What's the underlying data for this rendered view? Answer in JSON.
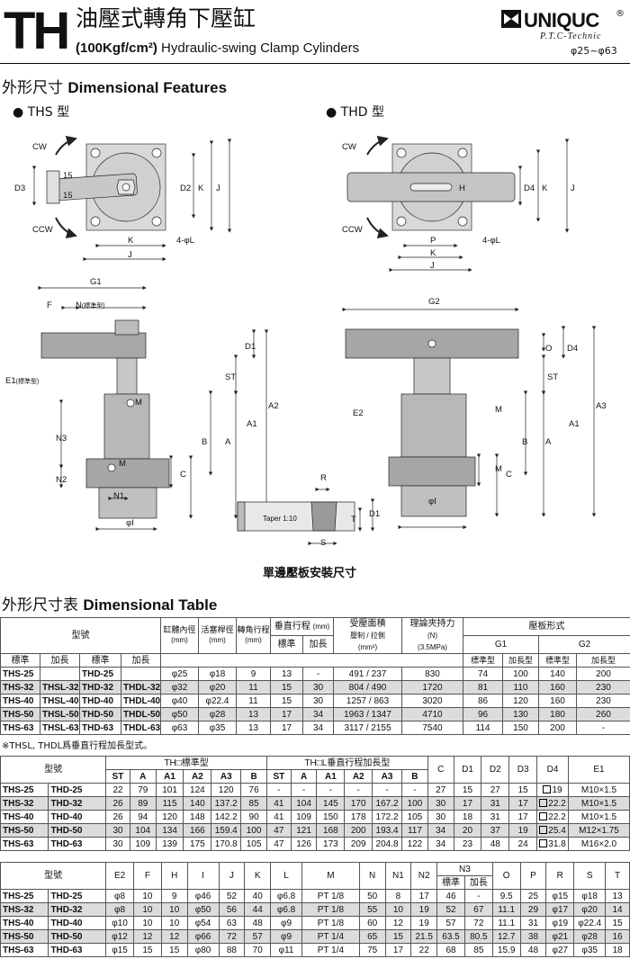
{
  "header": {
    "series_logo": "TH",
    "title_zh": "油壓式轉角下壓缸",
    "title_en_bold": "(100Kgf/cm²)",
    "title_en": "Hydraulic-swing Clamp Cylinders",
    "brand": "UNIQUC",
    "brand_reg": "®",
    "brand_sub": "P.T.C-Technic",
    "range": "φ25~φ63"
  },
  "features": {
    "title_zh": "外形尺寸",
    "title_en": "Dimensional Features",
    "ths_label": "● THS 型",
    "thd_label": "● THD 型",
    "plate_caption": "單邊壓板安裝尺寸",
    "taper_label": "Taper 1:10",
    "labels": {
      "cw": "CW",
      "ccw": "CCW",
      "d3": "D3",
      "d2": "D2",
      "d4": "D4",
      "k": "K",
      "j": "J",
      "fourl": "4-φL",
      "fifteen_a": "15",
      "fifteen_b": "15",
      "h": "H",
      "p": "P",
      "g1": "G1",
      "g2": "G2",
      "f": "F",
      "n": "N",
      "n_std": "(標準型)",
      "e1": "E1",
      "e1_std": "(標準型)",
      "d1": "D1",
      "st": "ST",
      "a": "A",
      "a1": "A1",
      "a2": "A2",
      "a3": "A3",
      "b": "B",
      "c": "C",
      "m": "M",
      "n1": "N1",
      "n2": "N2",
      "n3": "N3",
      "phi_i": "φI",
      "e2": "E2",
      "o": "O",
      "r": "R",
      "s": "S",
      "t": "T"
    }
  },
  "table1": {
    "title_zh": "外形尺寸表",
    "title_en": "Dimensional Table",
    "head": {
      "model": "型號",
      "bore": "缸體內徑",
      "rod": "活塞桿徑",
      "angle": "轉角行程",
      "vstroke": "垂直行程",
      "area": "受壓面積",
      "area_sub": "壓制 / 拉側",
      "force": "理論夾持力",
      "plate": "壓板形式",
      "mm": "(mm)",
      "mm2": "(mm²)",
      "n_unit": "(N)",
      "mpa": "(3.5MPa)",
      "std": "標準",
      "ext": "加長",
      "g1": "G1",
      "g2": "G2",
      "std_type": "標準型",
      "ext_type": "加長型"
    },
    "rows": [
      [
        "THS-25",
        "",
        "THD-25",
        "",
        "φ25",
        "φ18",
        "9",
        "13",
        "-",
        "491 / 237",
        "830",
        "74",
        "100",
        "140",
        "200"
      ],
      [
        "THS-32",
        "THSL-32",
        "THD-32",
        "THDL-32",
        "φ32",
        "φ20",
        "11",
        "15",
        "30",
        "804 / 490",
        "1720",
        "81",
        "110",
        "160",
        "230"
      ],
      [
        "THS-40",
        "THSL-40",
        "THD-40",
        "THDL-40",
        "φ40",
        "φ22.4",
        "11",
        "15",
        "30",
        "1257 / 863",
        "3020",
        "86",
        "120",
        "160",
        "230"
      ],
      [
        "THS-50",
        "THSL-50",
        "THD-50",
        "THDL-50",
        "φ50",
        "φ28",
        "13",
        "17",
        "34",
        "1963 / 1347",
        "4710",
        "96",
        "130",
        "180",
        "260"
      ],
      [
        "THS-63",
        "THSL-63",
        "THD-63",
        "THDL-63",
        "φ63",
        "φ35",
        "13",
        "17",
        "34",
        "3117 / 2155",
        "7540",
        "114",
        "150",
        "200",
        "-"
      ]
    ],
    "note": "※THSL, THDL爲垂直行程加長型式。"
  },
  "table2": {
    "head": {
      "model": "型號",
      "std_group": "TH□標準型",
      "ext_group": "TH□L垂直行程加長型",
      "cols": [
        "ST",
        "A",
        "A1",
        "A2",
        "A3",
        "B",
        "ST",
        "A",
        "A1",
        "A2",
        "A3",
        "B",
        "C",
        "D1",
        "D2",
        "D3",
        "D4",
        "E1"
      ]
    },
    "rows": [
      [
        "THS-25",
        "THD-25",
        "22",
        "79",
        "101",
        "124",
        "120",
        "76",
        "-",
        "-",
        "-",
        "-",
        "-",
        "-",
        "27",
        "15",
        "27",
        "15",
        "19",
        "M10×1.5"
      ],
      [
        "THS-32",
        "THD-32",
        "26",
        "89",
        "115",
        "140",
        "137.2",
        "85",
        "41",
        "104",
        "145",
        "170",
        "167.2",
        "100",
        "30",
        "17",
        "31",
        "17",
        "22.2",
        "M10×1.5"
      ],
      [
        "THS-40",
        "THD-40",
        "26",
        "94",
        "120",
        "148",
        "142.2",
        "90",
        "41",
        "109",
        "150",
        "178",
        "172.2",
        "105",
        "30",
        "18",
        "31",
        "17",
        "22.2",
        "M10×1.5"
      ],
      [
        "THS-50",
        "THD-50",
        "30",
        "104",
        "134",
        "166",
        "159.4",
        "100",
        "47",
        "121",
        "168",
        "200",
        "193.4",
        "117",
        "34",
        "20",
        "37",
        "19",
        "25.4",
        "M12×1.75"
      ],
      [
        "THS-63",
        "THD-63",
        "30",
        "109",
        "139",
        "175",
        "170.8",
        "105",
        "47",
        "126",
        "173",
        "209",
        "204.8",
        "122",
        "34",
        "23",
        "48",
        "24",
        "31.8",
        "M16×2.0"
      ]
    ]
  },
  "table3": {
    "head": {
      "model": "型號",
      "cols": [
        "E2",
        "F",
        "H",
        "I",
        "J",
        "K",
        "L",
        "M",
        "N",
        "N1",
        "N2",
        "N3",
        "O",
        "P",
        "R",
        "S",
        "T"
      ],
      "n3_std": "標準",
      "n3_ext": "加長"
    },
    "rows": [
      [
        "THS-25",
        "THD-25",
        "φ8",
        "10",
        "9",
        "φ46",
        "52",
        "40",
        "φ6.8",
        "PT 1/8",
        "50",
        "8",
        "17",
        "46",
        "-",
        "9.5",
        "25",
        "φ15",
        "φ18",
        "13"
      ],
      [
        "THS-32",
        "THD-32",
        "φ8",
        "10",
        "10",
        "φ50",
        "56",
        "44",
        "φ6.8",
        "PT 1/8",
        "55",
        "10",
        "19",
        "52",
        "67",
        "11.1",
        "29",
        "φ17",
        "φ20",
        "14"
      ],
      [
        "THS-40",
        "THD-40",
        "φ10",
        "10",
        "10",
        "φ54",
        "63",
        "48",
        "φ9",
        "PT 1/8",
        "60",
        "12",
        "19",
        "57",
        "72",
        "11.1",
        "31",
        "φ19",
        "φ22.4",
        "15"
      ],
      [
        "THS-50",
        "THD-50",
        "φ12",
        "12",
        "12",
        "φ66",
        "72",
        "57",
        "φ9",
        "PT 1/4",
        "65",
        "15",
        "21.5",
        "63.5",
        "80.5",
        "12.7",
        "38",
        "φ21",
        "φ28",
        "16"
      ],
      [
        "THS-63",
        "THD-63",
        "φ15",
        "15",
        "15",
        "φ80",
        "88",
        "70",
        "φ11",
        "PT 1/4",
        "75",
        "17",
        "22",
        "68",
        "85",
        "15.9",
        "48",
        "φ27",
        "φ35",
        "18"
      ]
    ]
  }
}
